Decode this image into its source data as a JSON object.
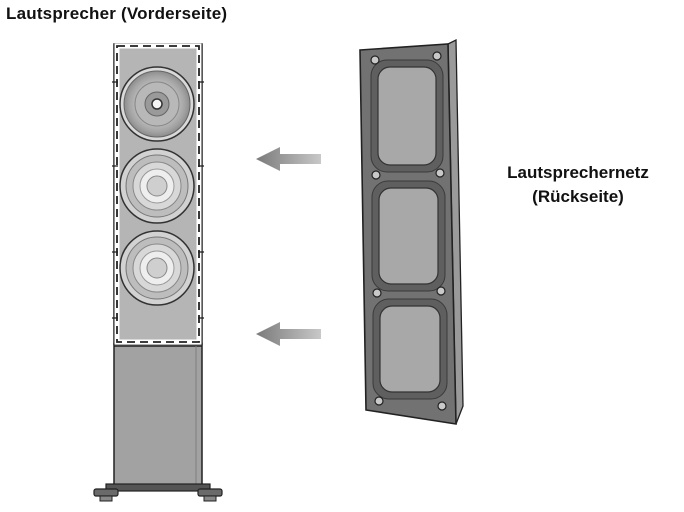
{
  "labels": {
    "speaker_front": "Lautsprecher (Vorderseite)",
    "grille_back_line1": "Lautsprechernetz",
    "grille_back_line2": "(Rückseite)"
  },
  "icons": {
    "arrow": "left-arrow-icon"
  },
  "colors": {
    "outline": "#2a2a2a",
    "cabinet_gray": "#a9a9a9",
    "driver_gray": "#9c9c9c",
    "frame_gray": "#6f6f6f",
    "panel_gray": "#a6a6a6"
  }
}
